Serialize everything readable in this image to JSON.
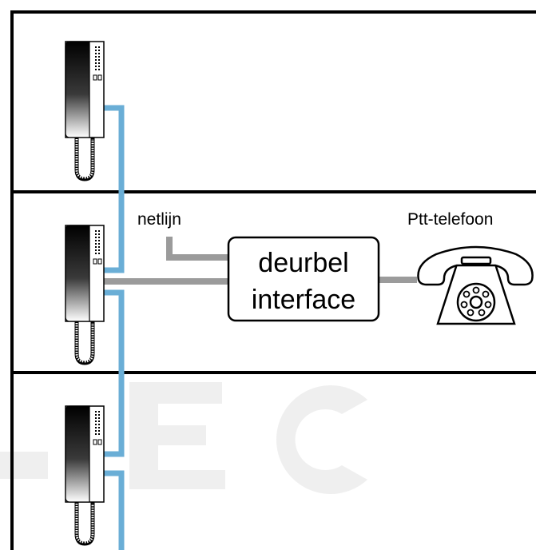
{
  "labels": {
    "netlijn": "netlijn",
    "ptt": "Ptt-telefoon",
    "interface_line1": "deurbel",
    "interface_line2": "interface"
  },
  "colors": {
    "bus_wire": "#6aaed6",
    "phone_wire": "#9b9b9b",
    "border": "#000000",
    "watermark": "#efefef",
    "background": "#ffffff"
  },
  "icons": {
    "intercom": "intercom-handset-icon",
    "telephone": "rotary-telephone-icon"
  }
}
